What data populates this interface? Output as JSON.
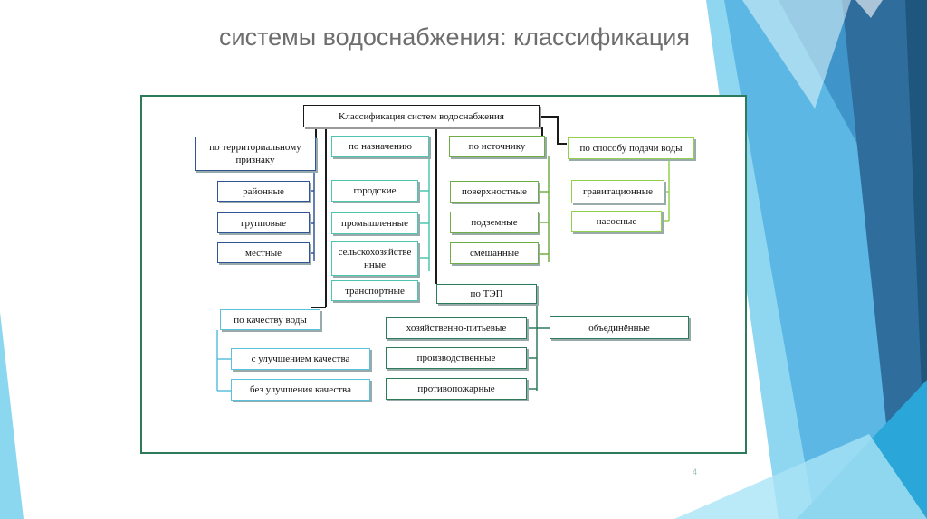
{
  "slide": {
    "title": "системы водоснабжения: классификация",
    "page_number": "4"
  },
  "diagram": {
    "root": "Классификация систем водоснабжения",
    "groups": {
      "territorial": {
        "label": "по территориальному признаку",
        "items": [
          "районные",
          "групповые",
          "местные"
        ]
      },
      "purpose": {
        "label": "по назначению",
        "items": [
          "городские",
          "промышленные",
          "сельскохозяйственные",
          "транспортные"
        ]
      },
      "source": {
        "label": "по источнику",
        "items": [
          "поверхностные",
          "подземные",
          "смешанные"
        ]
      },
      "supply": {
        "label": "по способу подачи воды",
        "items": [
          "гравитационные",
          "насосные"
        ]
      },
      "quality": {
        "label": "по качеству воды",
        "items": [
          "с улучшением качества",
          "без улучшения качества"
        ]
      },
      "tep": {
        "label": "по ТЭП",
        "items": [
          "хозяйственно-питьевые",
          "производственные",
          "противопожарные"
        ],
        "combined": "объединённые"
      }
    },
    "colors": {
      "root": "#1a1a1a",
      "territorial": "#2f5597",
      "purpose": "#4ec5b0",
      "source": "#70ad47",
      "supply": "#92d050",
      "quality": "#5bc0de",
      "tep": "#2e7b5b"
    }
  }
}
